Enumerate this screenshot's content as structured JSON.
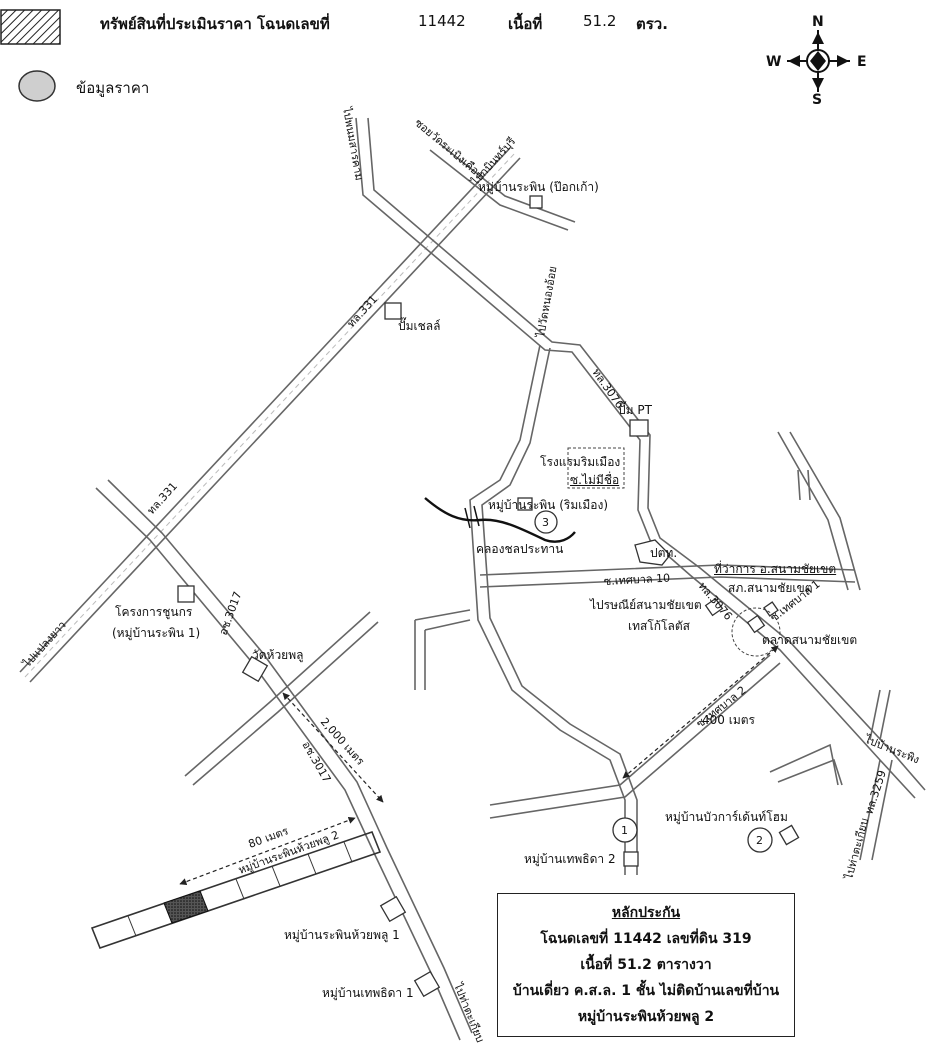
{
  "legend": {
    "property_label": "ทรัพย์สินที่ประเมินราคา โฉนดเลขที่",
    "deed_no": "11442",
    "area_label": "เนื้อที่",
    "area_value": "51.2",
    "area_unit": "ตรว.",
    "price_data_label": "ข้อมูลราคา"
  },
  "compass": {
    "n": "N",
    "s": "S",
    "e": "E",
    "w": "W"
  },
  "labels": {
    "to_phanom_sarakham": "ไปพนมสารคาม",
    "soi_wat_raboeng": "ซอยวัดระเบิงเคือง",
    "to_kabin_buri": "ไปกบินทร์บุรี",
    "village_rapin_pok_kao": "หมู่บ้านระพิน (ป๊อกเก้า)",
    "road_331_a": "ทล.331",
    "shell_station": "ปั๊มเชลล์",
    "to_wat_nong_oi": "ไปวัดหนองอ้อย",
    "road_3076": "ทล.3076",
    "pt_station": "ปั๊ม PT",
    "rim_mueang_hotel": "โรงแรมริมเมือง",
    "soi_mai_mi_chue": "ซ.ไม่มีชื่อ",
    "village_rapin_rim_mueang": "หมู่บ้านระพิน (ริมเมือง)",
    "canal": "คลองชลประทาน",
    "police": "ปตท.",
    "district_office": "ที่ว่าการ อ.สนามชัยเขต",
    "police_station": "สภ.สนามชัยเขต",
    "soi_thesaban_10": "ซ.เทศบาล 10",
    "post_office": "ไปรษณีย์สนามชัยเขต",
    "tesco": "เทสโก้โลตัส",
    "soi_thesaban_1": "ซ.เทศบาล 1",
    "road_3076_b": "ทล.3076",
    "market": "ตลาดสนามชัยเขต",
    "soi_thesaban_2": "ซ.เทศบาล 2",
    "dist_400": "400 เมตร",
    "to_plaeng_yao": "ไปแปลงยาว",
    "road_331_b": "ทล.331",
    "housing_project": "โครงการชูนกร",
    "housing_project_sub": "(หมู่บ้านระพิน 1)",
    "road_3017_a": "อช.3017",
    "wat_huai_phlu": "วัดห้วยพลู",
    "dist_2000": "2,000 เมตร",
    "road_3017_b": "อช.3017",
    "dist_80": "80 เมตร",
    "village_rapin_huai_phlu_2_strip": "หมู่บ้านระพินห้วยพลู 2",
    "to_plak_rapin": "ไปบ้านระพิง",
    "road_3259": "ทล.3259",
    "to_tha_takiap_a": "ไปท่าตะเกียบ",
    "village_garden_home": "หมู่บ้านบัวการ์เด้นท์โฮม",
    "village_thepthida_2": "หมู่บ้านเทพธิดา 2",
    "village_rapin_huai_phlu_1": "หมู่บ้านระพินห้วยพลู 1",
    "village_thepthida_1": "หมู่บ้านเทพธิดา 1",
    "to_tha_takiap_b": "ไปท่าตะเกียบ",
    "marker_1": "1",
    "marker_2": "2",
    "marker_3": "3"
  },
  "collateral": {
    "title": "หลักประกัน",
    "line1": "โฉนดเลขที่ 11442 เลขที่ดิน 319",
    "line2": "เนื้อที่ 51.2 ตารางวา",
    "line3": "บ้านเดี่ยว ค.ส.ล. 1 ชั้น ไม่ติดบ้านเลขที่บ้าน",
    "line4": "หมู่บ้านระพินห้วยพลู 2"
  },
  "colors": {
    "road": "#666666",
    "ink": "#111111",
    "marker_fill": "#cfcfcf"
  }
}
